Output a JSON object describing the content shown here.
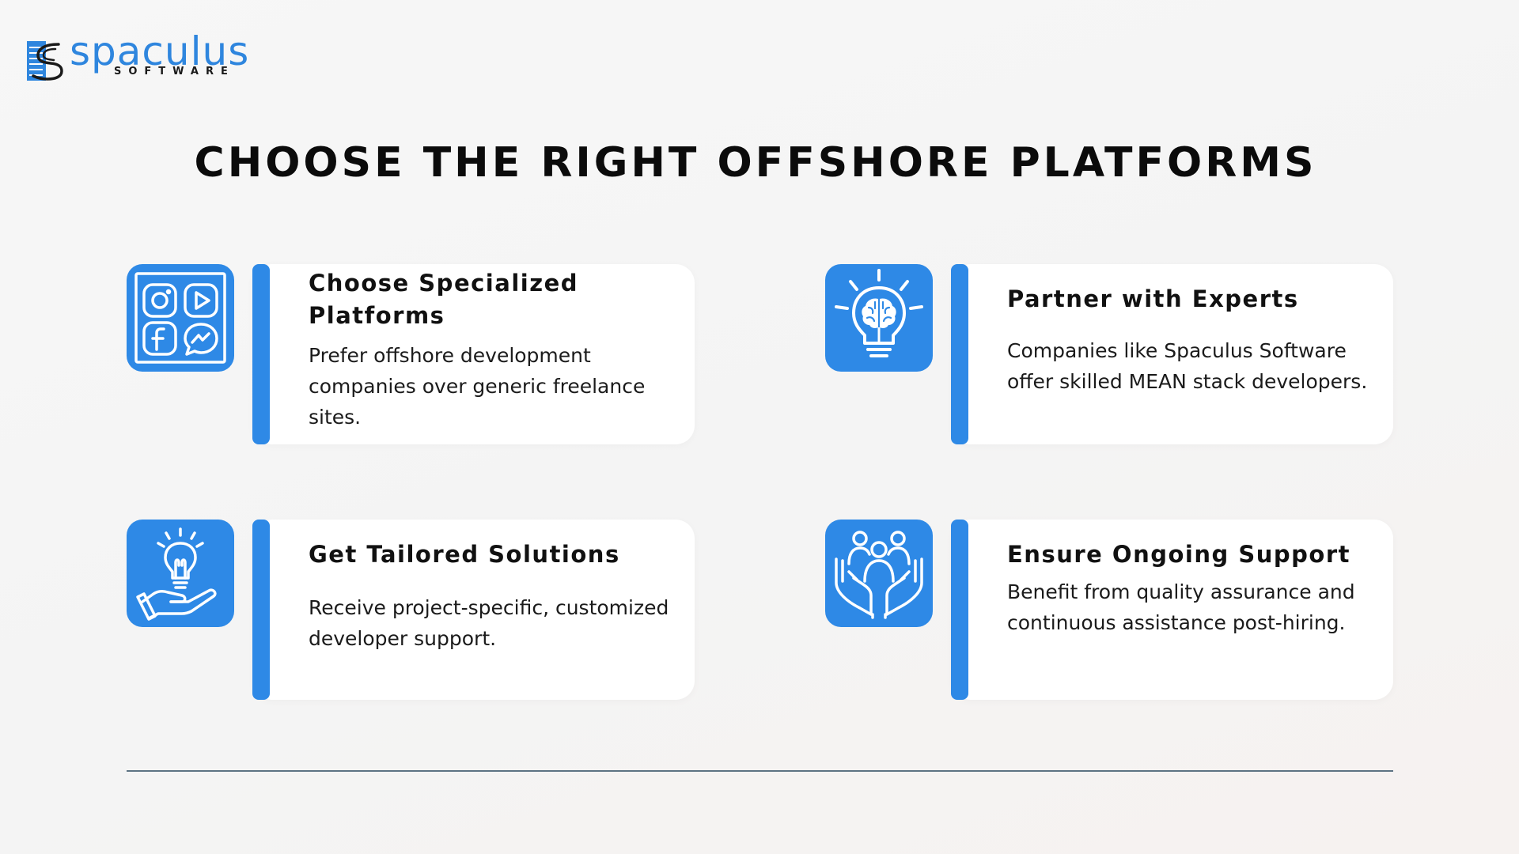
{
  "brand": {
    "name": "spaculus",
    "tagline": "SOFTWARE",
    "color": "#2f86de"
  },
  "page": {
    "title": "CHOOSE THE RIGHT OFFSHORE PLATFORMS"
  },
  "colors": {
    "accent": "#2e89e6",
    "card_background": "#ffffff",
    "divider": "#5d7383"
  },
  "cards": [
    {
      "title": "Choose Specialized Platforms",
      "text": "Prefer offshore development companies over generic freelance sites.",
      "icon": "social-media-apps-icon"
    },
    {
      "title": "Partner with Experts",
      "text": "Companies like Spaculus Software offer skilled MEAN stack developers.",
      "icon": "brain-lightbulb-icon"
    },
    {
      "title": "Get Tailored Solutions",
      "text": "Receive project-specific, customized developer support.",
      "icon": "hand-lightbulb-icon"
    },
    {
      "title": "Ensure Ongoing Support",
      "text": "Benefit from quality assurance and continuous assistance post-hiring.",
      "icon": "hands-people-icon"
    }
  ]
}
